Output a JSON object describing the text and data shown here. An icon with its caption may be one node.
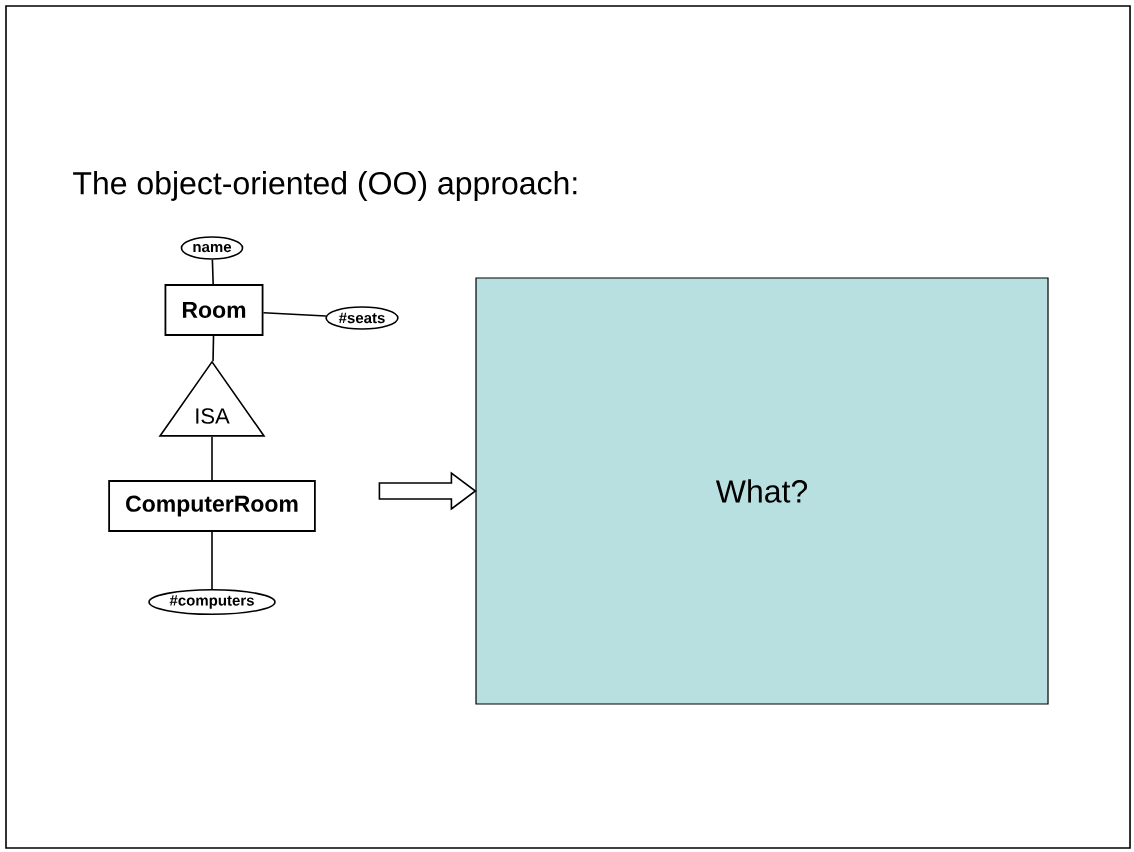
{
  "diagram": {
    "title": "The object-oriented (OO) approach:",
    "nodes": [
      {
        "text": [
          "name"
        ]
      },
      {
        "text": [
          "Room"
        ]
      },
      {
        "text": [
          "#seats"
        ]
      },
      {
        "text": [
          "ISA"
        ]
      },
      {
        "text": [
          "ComputerRoom"
        ]
      },
      {
        "text": [
          "#computers"
        ]
      },
      {
        "text": [
          "What?"
        ]
      }
    ],
    "edges": [
      {
        "from": 0,
        "to": 1,
        "arrow": "none"
      },
      {
        "from": 1,
        "to": 2,
        "arrow": "none"
      },
      {
        "from": 1,
        "to": 3,
        "arrow": "none"
      },
      {
        "from": 3,
        "to": 4,
        "arrow": "none"
      },
      {
        "from": 4,
        "to": 5,
        "arrow": "none"
      },
      {
        "from": null,
        "to": 6,
        "arrow": "to"
      }
    ]
  }
}
